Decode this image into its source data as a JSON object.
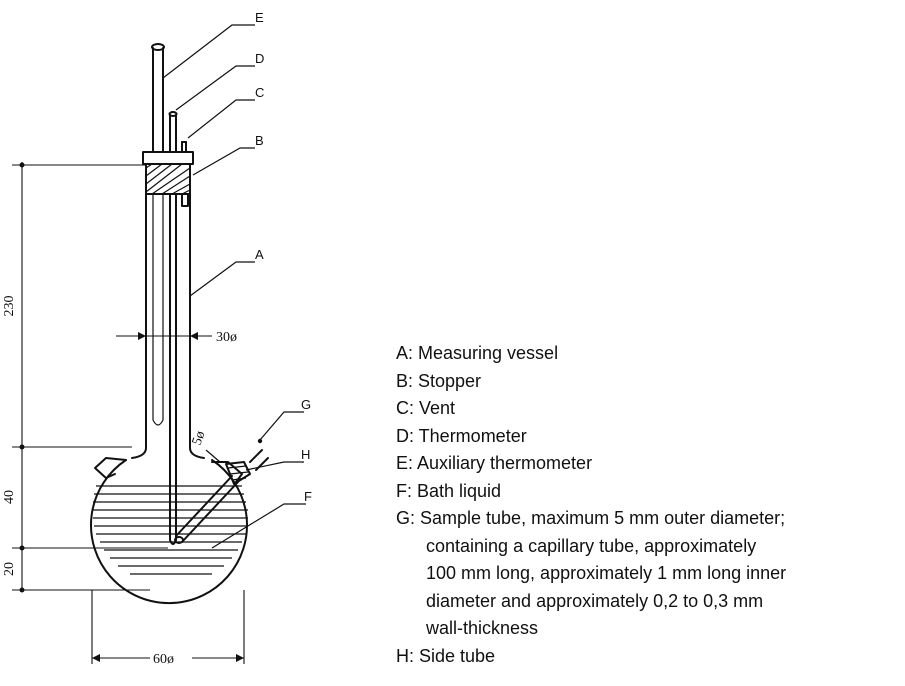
{
  "diagram": {
    "part_labels": [
      "A",
      "B",
      "C",
      "D",
      "E",
      "F",
      "G",
      "H"
    ],
    "dimensions": {
      "total_height": "230",
      "neck_diameter": "30ø",
      "bulb_section": "40",
      "bottom_section": "20",
      "bulb_diameter": "60ø",
      "side_tube_angle": "5ø"
    }
  },
  "legend": {
    "items": [
      "A: Measuring vessel",
      "B: Stopper",
      "C: Vent",
      "D: Thermometer",
      "E: Auxiliary thermometer",
      "F: Bath liquid",
      "G: Sample tube, maximum 5 mm outer diameter;",
      "containing a capillary tube, approximately",
      "100 mm long, approximately 1 mm long inner",
      "diameter and approximately 0,2 to 0,3 mm",
      "wall-thickness",
      "H: Side tube"
    ]
  }
}
